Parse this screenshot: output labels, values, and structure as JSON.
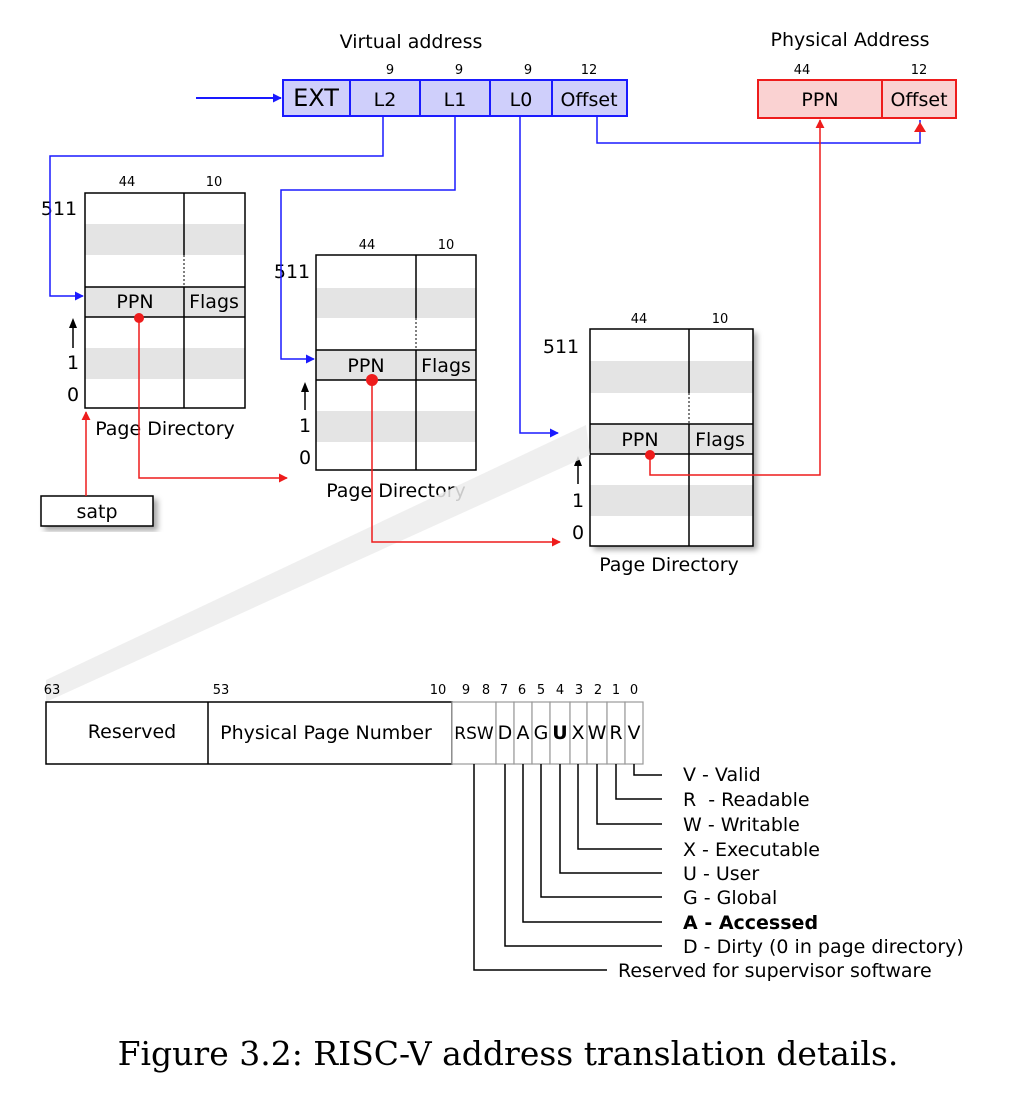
{
  "virtual_address": {
    "title": "Virtual address",
    "fields": [
      {
        "label": "EXT",
        "bits": ""
      },
      {
        "label": "L2",
        "bits": "9"
      },
      {
        "label": "L1",
        "bits": "9"
      },
      {
        "label": "L0",
        "bits": "9"
      },
      {
        "label": "Offset",
        "bits": "12"
      }
    ]
  },
  "physical_address": {
    "title": "Physical Address",
    "fields": [
      {
        "label": "PPN",
        "bits": "44"
      },
      {
        "label": "Offset",
        "bits": "12"
      }
    ]
  },
  "page_directories": [
    {
      "caption": "Page Directory",
      "ppn_label": "PPN",
      "flags_label": "Flags",
      "ppn_bits": "44",
      "flags_bits": "10",
      "idx_top": "511",
      "idx_one": "1",
      "idx_zero": "0"
    },
    {
      "caption": "Page Directory",
      "ppn_label": "PPN",
      "flags_label": "Flags",
      "ppn_bits": "44",
      "flags_bits": "10",
      "idx_top": "511",
      "idx_one": "1",
      "idx_zero": "0"
    },
    {
      "caption": "Page Directory",
      "ppn_label": "PPN",
      "flags_label": "Flags",
      "ppn_bits": "44",
      "flags_bits": "10",
      "idx_top": "511",
      "idx_one": "1",
      "idx_zero": "0"
    }
  ],
  "satp_label": "satp",
  "pte": {
    "bit_numbers": [
      "63",
      "53",
      "10",
      "9",
      "8",
      "7",
      "6",
      "5",
      "4",
      "3",
      "2",
      "1",
      "0"
    ],
    "reserved_label": "Reserved",
    "ppn_label": "Physical Page Number",
    "flag_cells": [
      "RSW",
      "D",
      "A",
      "G",
      "U",
      "X",
      "W",
      "R",
      "V"
    ],
    "descriptions": [
      "V - Valid",
      "R  - Readable",
      "W - Writable",
      "X - Executable",
      "U - User",
      "G - Global",
      "A - Accessed",
      "D - Dirty (0 in page directory)",
      "Reserved for supervisor software"
    ]
  },
  "caption": "Figure 3.2: RISC-V address translation details.",
  "colors": {
    "virtual_fill": "#cfcffb",
    "virtual_stroke": "#1a1aff",
    "physical_fill": "#fad2d2",
    "physical_stroke": "#ee1c1c",
    "stripe": "#e4e4e4"
  }
}
